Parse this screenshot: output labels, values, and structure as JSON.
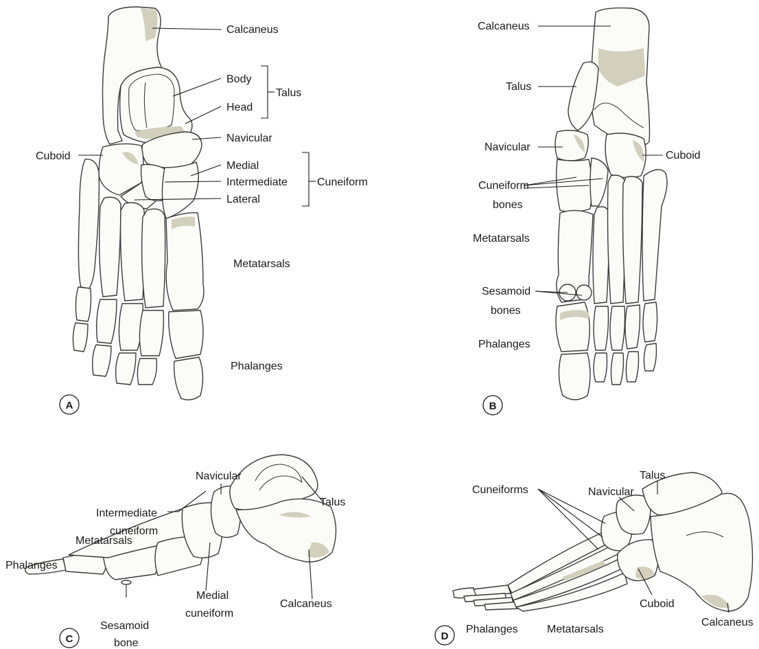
{
  "panels": {
    "a": {
      "id": "A",
      "labels": {
        "calcaneus": "Calcaneus",
        "body": "Body",
        "head": "Head",
        "talus": "Talus",
        "navicular": "Navicular",
        "cuboid": "Cuboid",
        "medial": "Medial",
        "intermediate": "Intermediate",
        "lateral": "Lateral",
        "cuneiform": "Cuneiform",
        "metatarsals": "Metatarsals",
        "phalanges": "Phalanges"
      }
    },
    "b": {
      "id": "B",
      "labels": {
        "calcaneus": "Calcaneus",
        "talus": "Talus",
        "navicular": "Navicular",
        "cuboid": "Cuboid",
        "cuneiform_1": "Cuneiform",
        "cuneiform_2": "bones",
        "metatarsals": "Metatarsals",
        "sesamoid_1": "Sesamoid",
        "sesamoid_2": "bones",
        "phalanges": "Phalanges"
      }
    },
    "c": {
      "id": "C",
      "labels": {
        "navicular": "Navicular",
        "intermediate_1": "Intermediate",
        "intermediate_2": "cuneiform",
        "talus": "Talus",
        "metatarsals": "Metatarsals",
        "phalanges": "Phalanges",
        "medial_1": "Medial",
        "medial_2": "cuneiform",
        "calcaneus": "Calcaneus",
        "sesamoid_1": "Sesamoid",
        "sesamoid_2": "bone"
      }
    },
    "d": {
      "id": "D",
      "labels": {
        "talus": "Talus",
        "navicular": "Navicular",
        "cuneiforms": "Cuneiforms",
        "cuboid": "Cuboid",
        "calcaneus": "Calcaneus",
        "phalanges": "Phalanges",
        "metatarsals": "Metatarsals"
      }
    }
  },
  "colors": {
    "bone_fill": "#fbfbf7",
    "bone_outline": "#3a3a3a",
    "bone_shading": "#d3cfbd",
    "text": "#1a1a1a"
  }
}
